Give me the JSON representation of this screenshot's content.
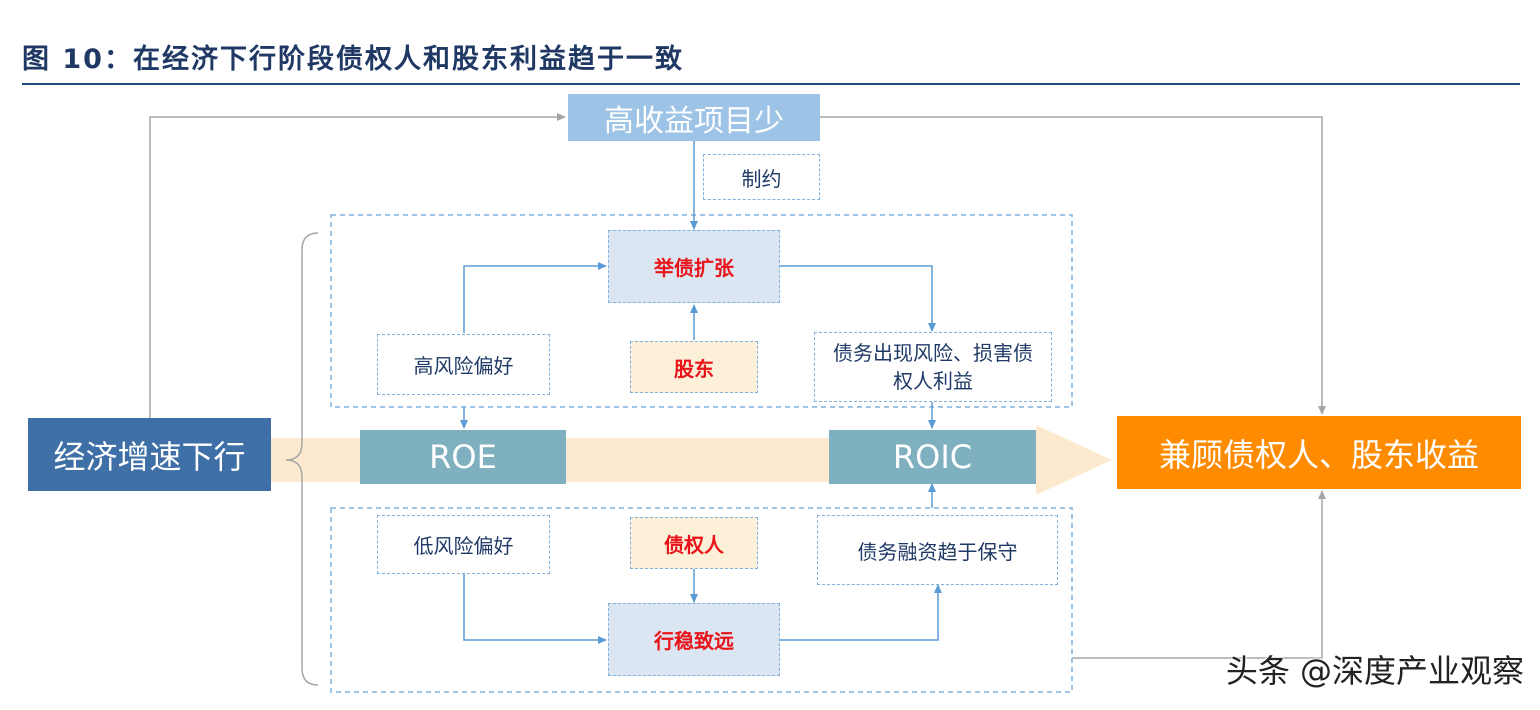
{
  "title": "图 10：在经济下行阶段债权人和股东利益趋于一致",
  "nodes": {
    "high_return_few": "高收益项目少",
    "constrain": "制约",
    "borrow_expand": "举债扩张",
    "high_risk_pref": "高风险偏好",
    "shareholder": "股东",
    "debt_risk": "债务出现风险、损害债权人利益",
    "econ_slowdown": "经济增速下行",
    "roe": "ROE",
    "roic": "ROIC",
    "balance_returns": "兼顾债权人、股东收益",
    "low_risk_pref": "低风险偏好",
    "creditor": "债权人",
    "steady_far": "行稳致远",
    "conservative_financing": "债务融资趋于保守"
  },
  "watermark": "头条 @深度产业观察",
  "colors": {
    "arrow_blue": "#5b9bd5",
    "arrow_gray": "#a6a6a6",
    "dash_border": "#7fb2de",
    "banner": "#fbe5c8",
    "red_text": "#e8141a",
    "navy": "#3e6fa6",
    "teal": "#7fb0bf",
    "orange": "#ff8c00",
    "light_blue": "#9dc3e6"
  }
}
